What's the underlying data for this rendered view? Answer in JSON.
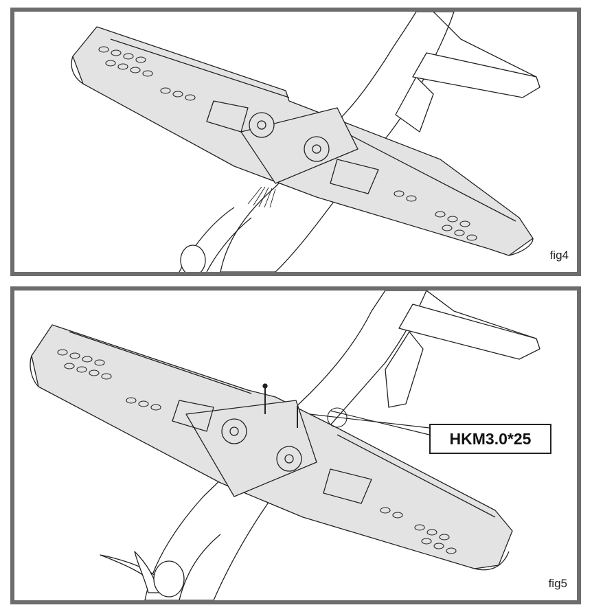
{
  "figures": [
    {
      "label": "fig4"
    },
    {
      "label": "fig5",
      "callout": "HKM3.0*25"
    }
  ],
  "colors": {
    "frame": "#6d6d6d",
    "wing_fill": "#e3e3e3",
    "line": "#222222",
    "background": "#ffffff"
  }
}
